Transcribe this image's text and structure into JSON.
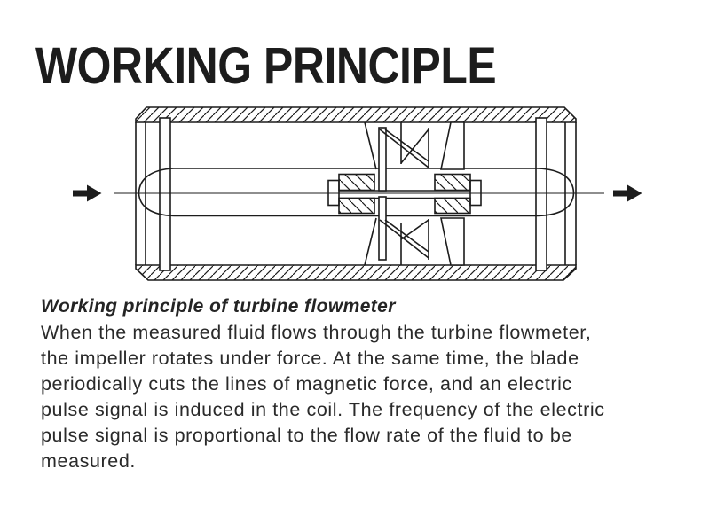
{
  "page": {
    "title": "WORKING PRINCIPLE",
    "background_color": "#ffffff",
    "ink_color": "#1c1c1c"
  },
  "figure": {
    "caption": "Working principle of turbine flowmeter",
    "kind": "turbine-flowmeter-cross-section-drawing",
    "flow_direction": "left-to-right",
    "icons": [
      "inlet-flow-arrow",
      "outlet-flow-arrow"
    ]
  },
  "body": {
    "lines": [
      "When the measured fluid flows through the turbine flowmeter,",
      "the impeller rotates under force. At the same time, the blade",
      "periodically cuts the lines of magnetic force, and an electric",
      "pulse signal is induced in the coil. The frequency of the electric",
      "pulse signal is proportional to the flow rate of the fluid to be",
      "measured."
    ]
  }
}
